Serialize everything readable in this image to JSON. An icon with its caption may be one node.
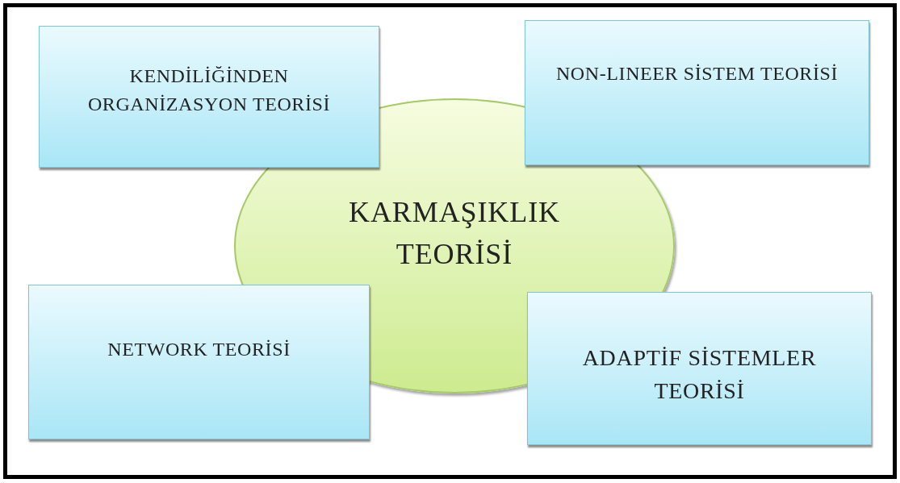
{
  "diagram": {
    "nodes": [
      {
        "text": [
          "KENDİLİĞİNDEN ORGANİZASYON TEORİSİ"
        ]
      },
      {
        "text": [
          "NON-LINEER SİSTEM TEORİSİ"
        ]
      },
      {
        "text": [
          "KARMAŞIKLIK TEORİSİ"
        ]
      },
      {
        "text": [
          "NETWORK TEORİSİ"
        ]
      },
      {
        "text": [
          "ADAPTİF SİSTEMLER TEORİSİ"
        ]
      }
    ]
  }
}
